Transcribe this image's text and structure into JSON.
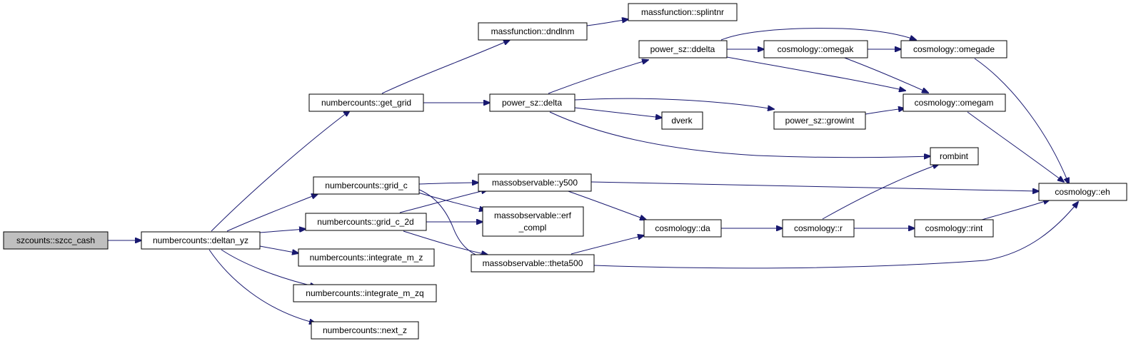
{
  "colors": {
    "edge": "#191970",
    "root_fill": "#bfbfbf",
    "node_fill": "#ffffff",
    "node_border": "#000000"
  },
  "nodes": {
    "szcc_cash": {
      "label": "szcounts::szcc_cash"
    },
    "deltan_yz": {
      "label": "numbercounts::deltan_yz"
    },
    "get_grid": {
      "label": "numbercounts::get_grid"
    },
    "grid_c": {
      "label": "numbercounts::grid_c"
    },
    "grid_c_2d": {
      "label": "numbercounts::grid_c_2d"
    },
    "integrate_m_z": {
      "label": "numbercounts::integrate_m_z"
    },
    "integrate_m_zq": {
      "label": "numbercounts::integrate_m_zq"
    },
    "next_z": {
      "label": "numbercounts::next_z"
    },
    "dndlnm": {
      "label": "massfunction::dndlnm"
    },
    "splintnr": {
      "label": "massfunction::splintnr"
    },
    "delta": {
      "label": "power_sz::delta"
    },
    "ddelta": {
      "label": "power_sz::ddelta"
    },
    "growint": {
      "label": "power_sz::growint"
    },
    "dverk": {
      "label": "dverk"
    },
    "rombint": {
      "label": "rombint"
    },
    "omegak": {
      "label": "cosmology::omegak"
    },
    "omegade": {
      "label": "cosmology::omegade"
    },
    "omegam": {
      "label": "cosmology::omegam"
    },
    "eh": {
      "label": "cosmology::eh"
    },
    "y500": {
      "label": "massobservable::y500"
    },
    "erf_compl": {
      "label_line1": "massobservable::erf",
      "label_line2": "_compl"
    },
    "theta500": {
      "label": "massobservable::theta500"
    },
    "da": {
      "label": "cosmology::da"
    },
    "r": {
      "label": "cosmology::r"
    },
    "rint": {
      "label": "cosmology::rint"
    }
  }
}
